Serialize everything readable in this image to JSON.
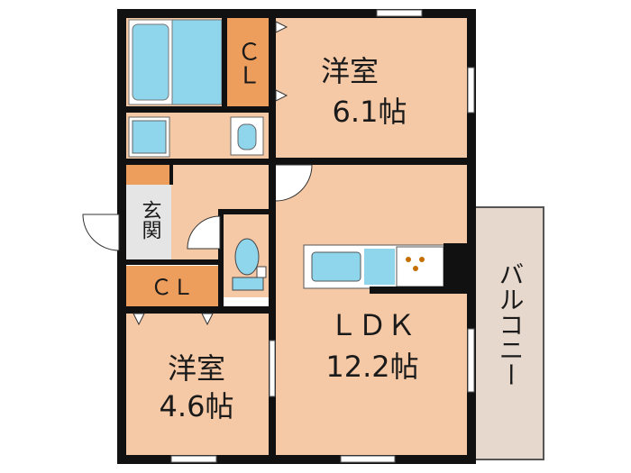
{
  "rooms": {
    "western_room_top": {
      "name": "洋室",
      "size": "6.1帖"
    },
    "western_room_bottom": {
      "name": "洋室",
      "size": "4.6帖"
    },
    "ldk": {
      "name": "ＬＤＫ",
      "size": "12.2帖"
    },
    "closet_top": {
      "name": "ＣＬ"
    },
    "closet_bottom": {
      "name": "ＣＬ"
    },
    "entrance": {
      "name": "玄関"
    },
    "balcony": {
      "name": "バルコニー"
    }
  },
  "colors": {
    "floor": "#f6c9a6",
    "closet": "#ee9e5c",
    "entrance": "#e5e5e5",
    "balcony": "#e7d8ce",
    "fixture": "#8fd6ec",
    "wall": "#111111"
  }
}
